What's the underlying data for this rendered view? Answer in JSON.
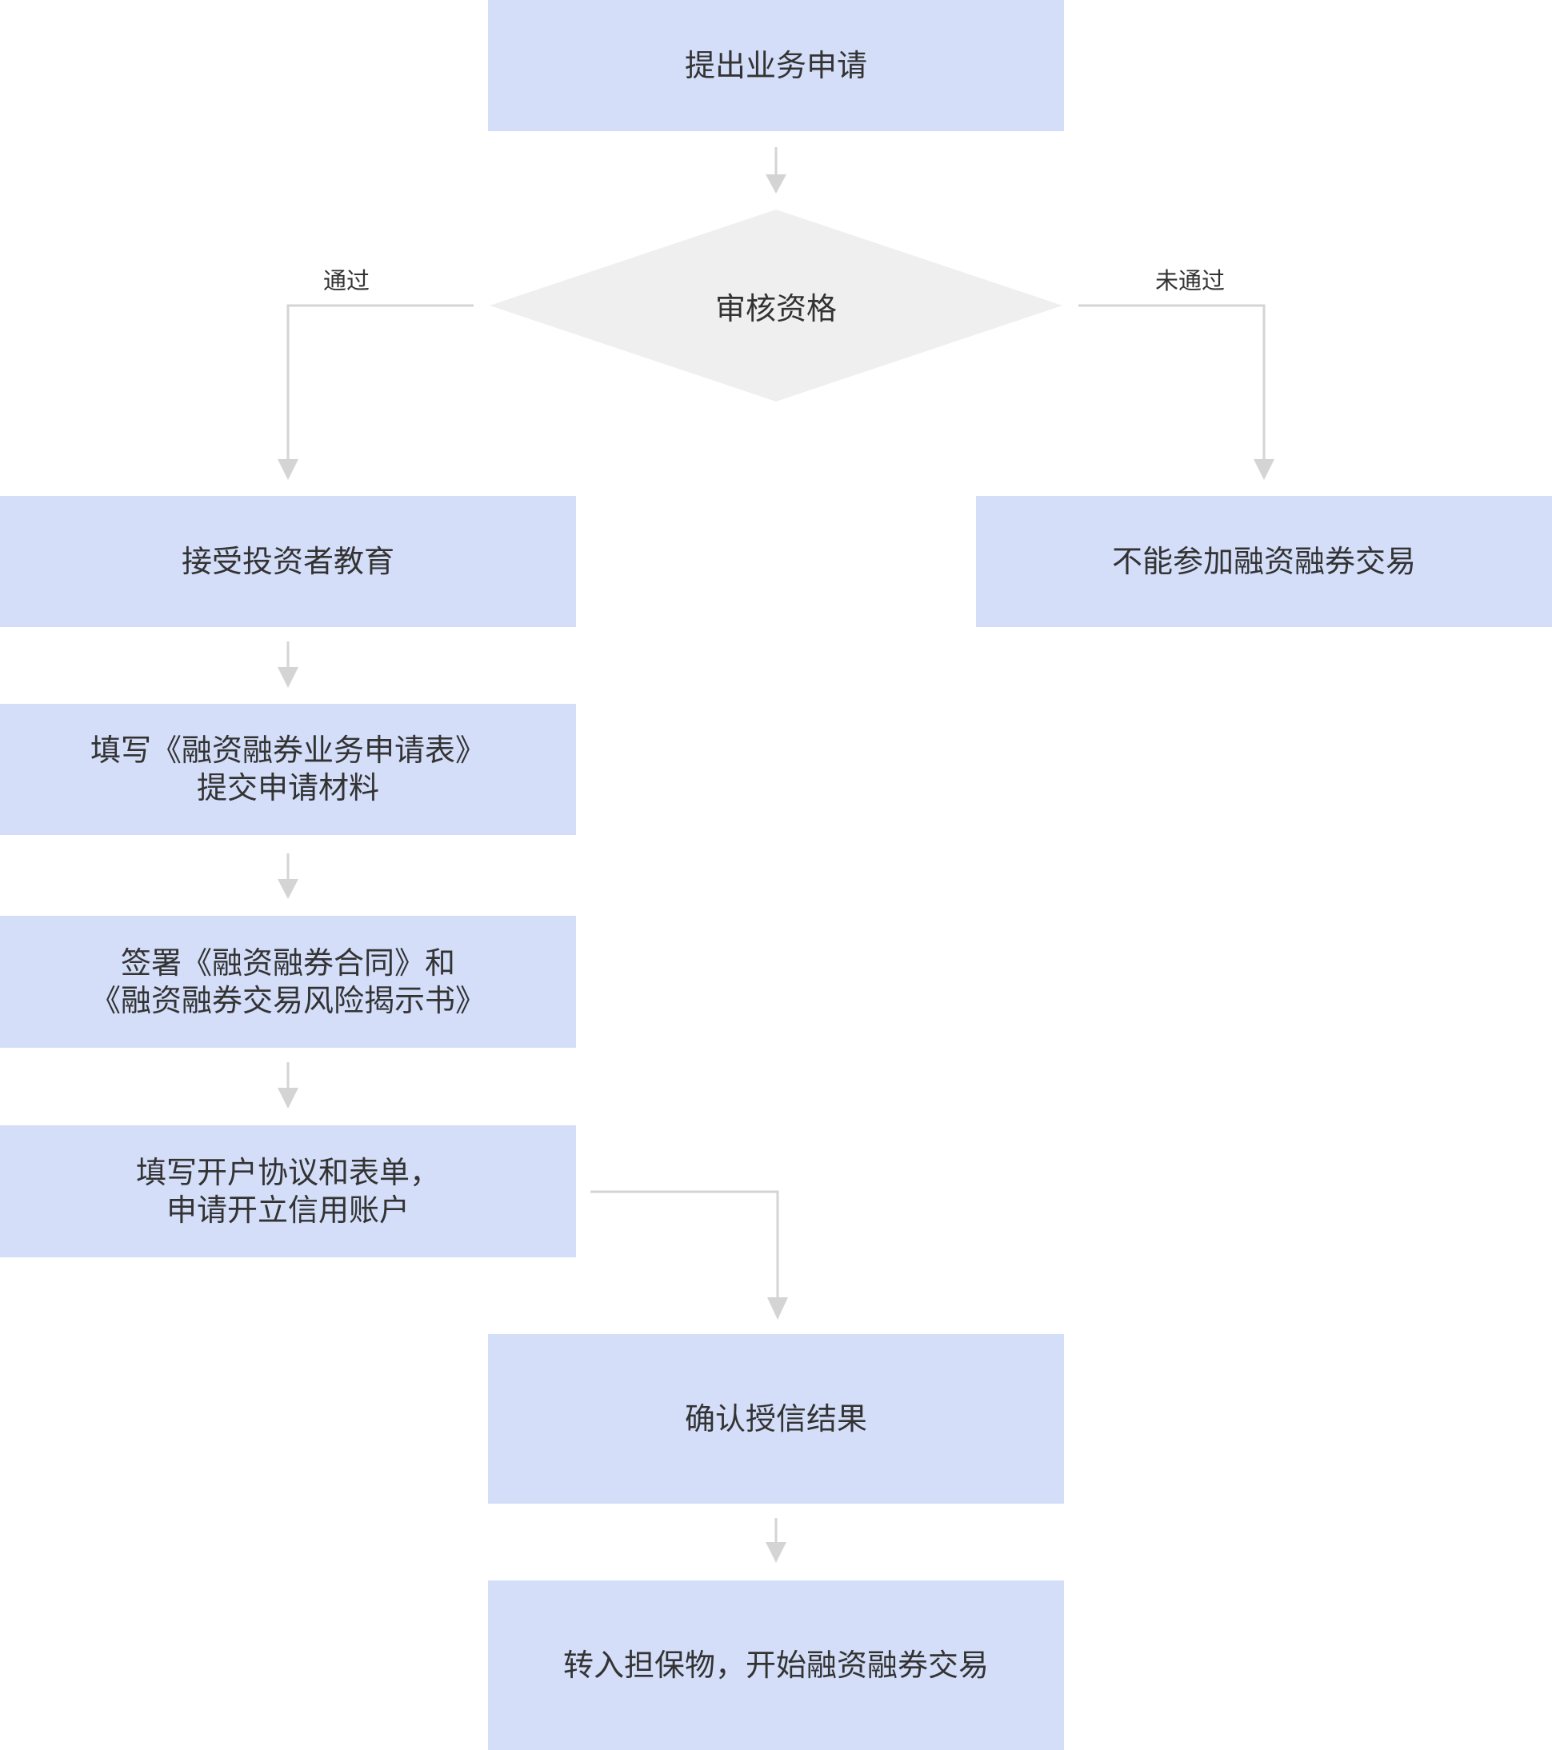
{
  "diagram": {
    "nodes": {
      "submit_application": "提出业务申请",
      "review_qualification": "审核资格",
      "investor_education": "接受投资者教育",
      "not_eligible": "不能参加融资融券交易",
      "fill_application_form": "填写《融资融券业务申请表》\n提交申请材料",
      "sign_contract": "签署《融资融券合同》和\n《融资融券交易风险揭示书》",
      "open_credit_account": "填写开户协议和表单，\n申请开立信用账户",
      "confirm_credit_result": "确认授信结果",
      "transfer_collateral": "转入担保物，开始融资融券交易"
    },
    "edge_labels": {
      "pass": "通过",
      "fail": "未通过"
    },
    "colors": {
      "box_fill": "#d4def8",
      "diamond_fill": "#efefef",
      "connector": "#d4d4d4",
      "text": "#333333"
    }
  }
}
